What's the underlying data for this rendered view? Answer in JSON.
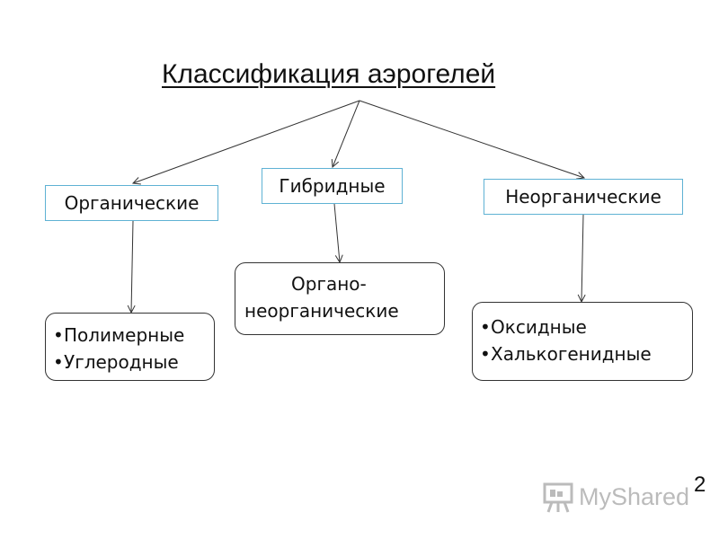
{
  "title": "Классификация аэрогелей",
  "categories": {
    "organic": "Органические",
    "hybrid": "Гибридные",
    "inorganic": "Неорганические"
  },
  "details": {
    "organic": [
      "Полимерные",
      "Углеродные"
    ],
    "hybrid": [
      "Органо-",
      "неорганические"
    ],
    "inorganic": [
      "Оксидные",
      "Халькогенидные"
    ]
  },
  "slide_number": "2",
  "watermark": {
    "text": "MyShared",
    "icon": "presentation-board-icon"
  },
  "colors": {
    "category_border": "#5fb2d4",
    "text": "#111111"
  }
}
